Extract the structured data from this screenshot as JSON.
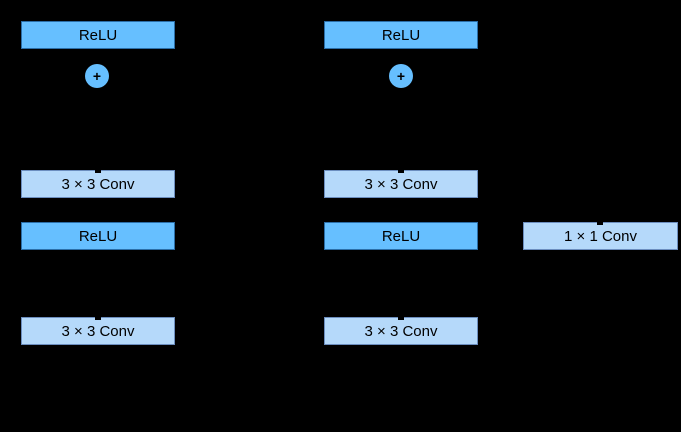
{
  "diagram": {
    "background": "#000000",
    "colors": {
      "activation_fill": "#66BFFF",
      "activation_border": "#2b6ea8",
      "conv_fill": "#B5D9FA",
      "conv_border": "#6c8ebf",
      "text": "#000000"
    },
    "left_block": {
      "output_relu": "ReLU",
      "add_symbol": "+",
      "conv_top": "3 × 3 Conv",
      "mid_relu": "ReLU",
      "conv_bottom": "3 × 3 Conv"
    },
    "middle_block": {
      "output_relu": "ReLU",
      "add_symbol": "+",
      "conv_top": "3 × 3 Conv",
      "mid_relu": "ReLU",
      "conv_bottom": "3 × 3 Conv"
    },
    "shortcut_path": {
      "conv": "1 × 1 Conv"
    }
  }
}
